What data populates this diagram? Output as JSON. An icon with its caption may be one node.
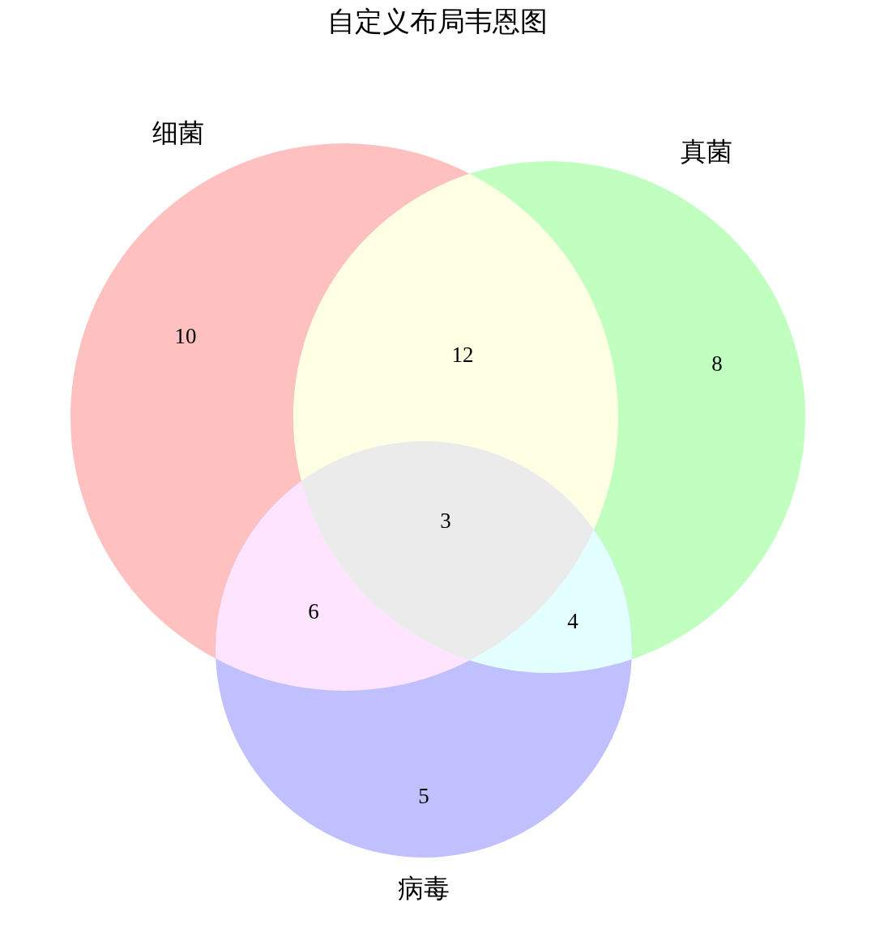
{
  "diagram": {
    "title": "自定义布局韦恩图",
    "nodes": [
      {
        "text": [
          "细菌"
        ]
      },
      {
        "text": [
          "真菌"
        ]
      },
      {
        "text": [
          "病毒"
        ]
      }
    ],
    "labels": [
      "10",
      "12",
      "8",
      "3",
      "6",
      "4",
      "5"
    ]
  }
}
